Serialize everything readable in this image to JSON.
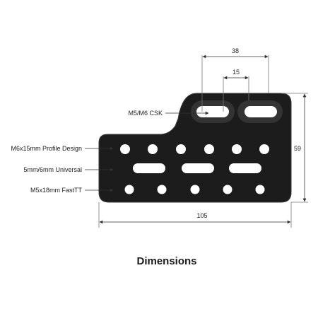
{
  "title": "Dimensions",
  "dimensions": {
    "top_width": "38",
    "slot_pitch": "15",
    "height": "59",
    "total_width": "105"
  },
  "labels": {
    "csk": "M5/M6 CSK",
    "profile": "M6x15mm Profile Design",
    "universal": "5mm/6mm Universal",
    "fasttt": "M5x18mm FastTT"
  },
  "colors": {
    "plate": "#1c1c1c",
    "plate_edge": "#3a3a3a",
    "background": "#ffffff"
  }
}
